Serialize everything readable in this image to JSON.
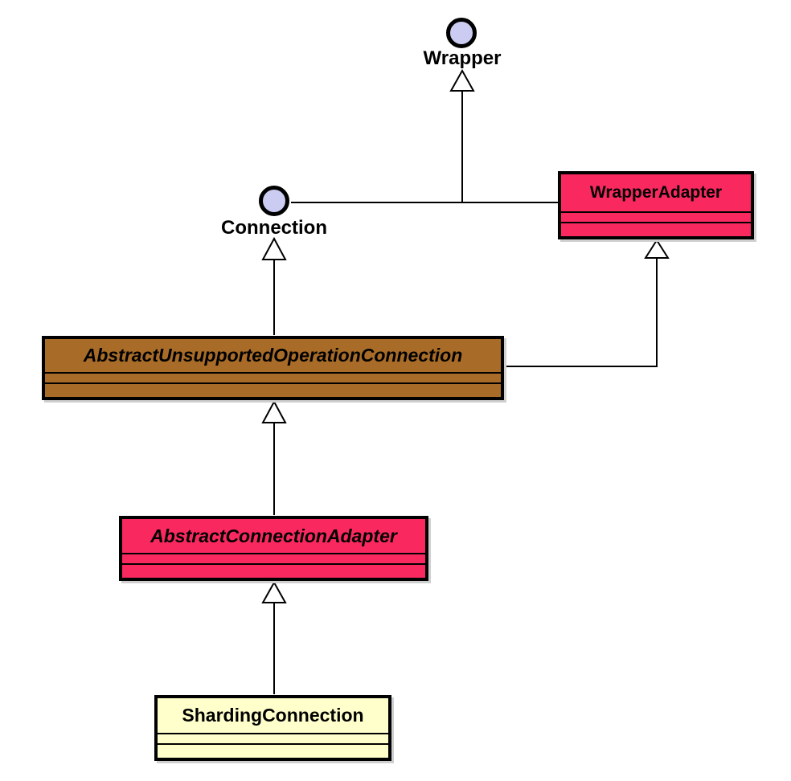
{
  "diagram": {
    "kind": "uml-class-diagram",
    "background": "#FFFFFF"
  },
  "nodes": {
    "wrapper": {
      "label": "Wrapper",
      "kind": "interface-lollipop"
    },
    "connection": {
      "label": "Connection",
      "kind": "interface-lollipop"
    },
    "wrapperAdapter": {
      "label": "WrapperAdapter",
      "kind": "class",
      "abstract": false,
      "fill": "#F9295F"
    },
    "abstractUnsupportedOperationConnection": {
      "label": "AbstractUnsupportedOperationConnection",
      "kind": "abstract-class",
      "abstract": true,
      "fill": "#A86C28"
    },
    "abstractConnectionAdapter": {
      "label": "AbstractConnectionAdapter",
      "kind": "abstract-class",
      "abstract": true,
      "fill": "#F9295F"
    },
    "shardingConnection": {
      "label": "ShardingConnection",
      "kind": "class",
      "abstract": false,
      "fill": "#FFFFCC"
    }
  },
  "relationships": [
    {
      "from": "WrapperAdapter",
      "to": "Wrapper",
      "type": "realization"
    },
    {
      "from": "WrapperAdapter",
      "to": "Connection",
      "type": "lollipop-connection"
    },
    {
      "from": "AbstractUnsupportedOperationConnection",
      "to": "Connection",
      "type": "realization"
    },
    {
      "from": "AbstractUnsupportedOperationConnection",
      "to": "WrapperAdapter",
      "type": "generalization"
    },
    {
      "from": "AbstractConnectionAdapter",
      "to": "AbstractUnsupportedOperationConnection",
      "type": "generalization"
    },
    {
      "from": "ShardingConnection",
      "to": "AbstractConnectionAdapter",
      "type": "generalization"
    }
  ],
  "colors": {
    "class_pink": "#F9295F",
    "class_brown": "#A86C28",
    "class_cream": "#FFFFCC",
    "interface_fill": "#CCCCF2",
    "line": "#000000",
    "shadow": "#CFCFCF",
    "background": "#FFFFFF"
  }
}
